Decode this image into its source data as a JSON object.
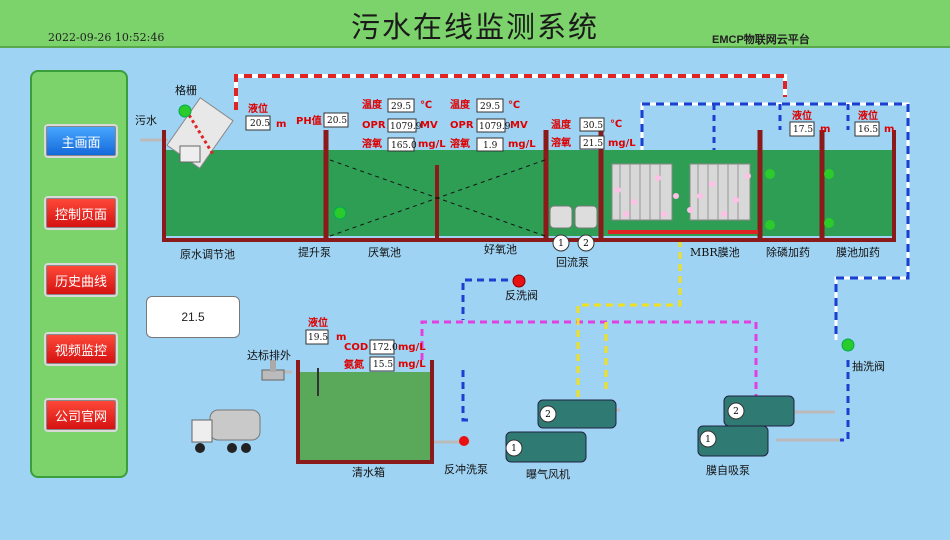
{
  "header": {
    "title": "污水在线监测系统",
    "datetime": "2022-09-26 10:52:46",
    "platform": "EMCP物联网云平台"
  },
  "nav": [
    {
      "label": "主画面",
      "active": true
    },
    {
      "label": "控制页面",
      "active": false
    },
    {
      "label": "历史曲线",
      "active": false
    },
    {
      "label": "视频监控",
      "active": false
    },
    {
      "label": "公司官网",
      "active": false
    }
  ],
  "readout": {
    "value": "21.5"
  },
  "labels": {
    "wastewater": "污水",
    "screen": "格栅",
    "equalization": "原水调节池",
    "lift_pump": "提升泵",
    "anoxic": "厌氧池",
    "aerobic": "好氧池",
    "return_pump": "回流泵",
    "mbr": "MBR膜池",
    "phosphorus": "除磷加药",
    "membrane_dosing": "膜池加药",
    "backwash_valve": "反洗阀",
    "discharge": "达标排外",
    "clear_tank": "清水箱",
    "backflush_pump": "反冲洗泵",
    "blower": "曝气风机",
    "suction_valve": "抽洗阀",
    "self_priming": "膜自吸泵"
  },
  "params": {
    "level_label": "液位",
    "ph_label": "PH值",
    "temp_label": "温度",
    "opr_label": "OPR",
    "do_label": "溶氧",
    "cod_label": "COD",
    "nh_label": "氨氮",
    "unit_m": "m",
    "unit_c": "℃",
    "unit_mv": "MV",
    "unit_mgl": "mg/L",
    "eq_level": "20.5",
    "ph": "20.5",
    "anoxic_temp": "29.5",
    "anoxic_opr": "1079.9",
    "anoxic_do": "165.0",
    "aerobic_temp": "29.5",
    "aerobic_opr": "1079.9",
    "aerobic_do": "1.9",
    "return_temp": "30.5",
    "return_do": "21.5",
    "phos_level": "17.5",
    "mem_level": "16.5",
    "clear_level": "19.5",
    "cod": "172.0",
    "nh": "15.5"
  },
  "pump_numbers": {
    "one": "1",
    "two": "2"
  },
  "colors": {
    "tank": "#8b1a1a",
    "water": "#2f9e55",
    "clear_water": "#5aa85a",
    "pipe_red": "#e02424",
    "pipe_blue": "#1a3fd1",
    "pipe_magenta": "#e040e0",
    "pipe_yellow": "#f0e020"
  }
}
